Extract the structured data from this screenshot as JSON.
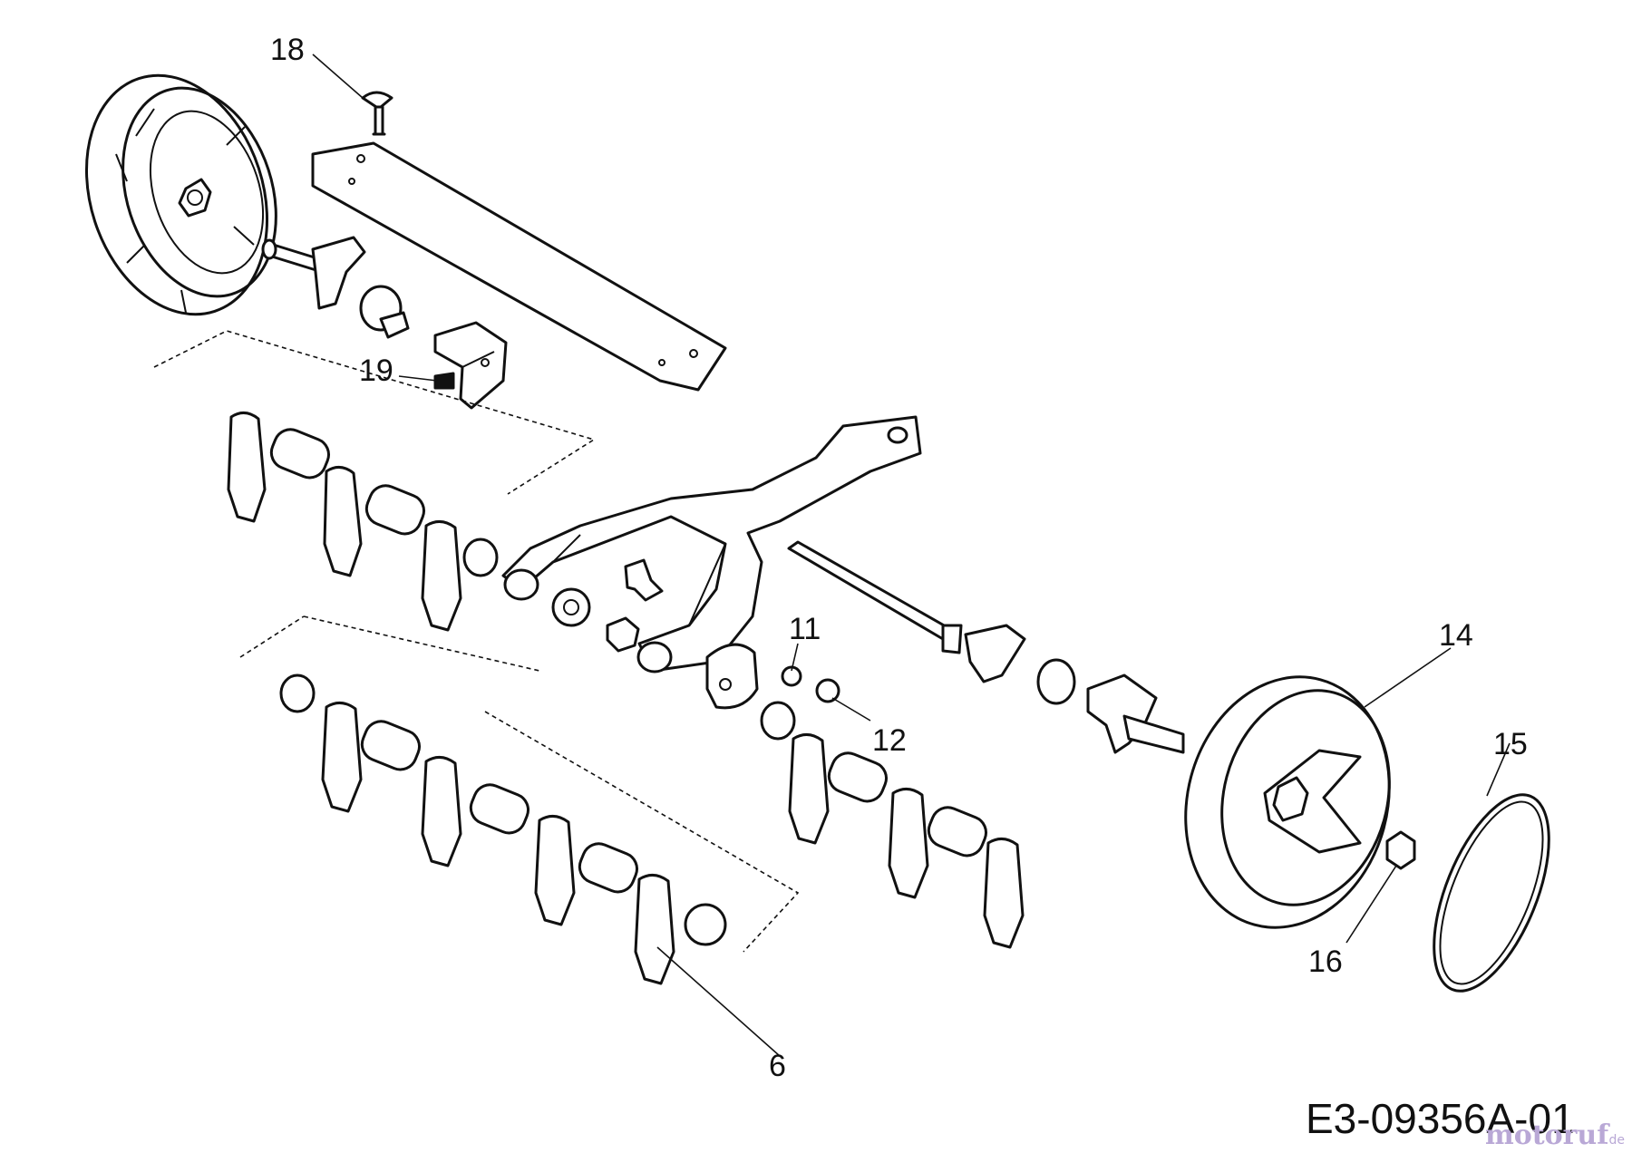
{
  "diagram": {
    "callouts": [
      {
        "id": "18",
        "label": "18"
      },
      {
        "id": "19",
        "label": "19"
      },
      {
        "id": "11",
        "label": "11"
      },
      {
        "id": "12",
        "label": "12"
      },
      {
        "id": "14",
        "label": "14"
      },
      {
        "id": "15",
        "label": "15"
      },
      {
        "id": "16",
        "label": "16"
      },
      {
        "id": "6",
        "label": "6"
      }
    ],
    "document_number": "E3-09356A-01",
    "watermark": {
      "brand": "motoruf",
      "suffix": ".de"
    }
  }
}
